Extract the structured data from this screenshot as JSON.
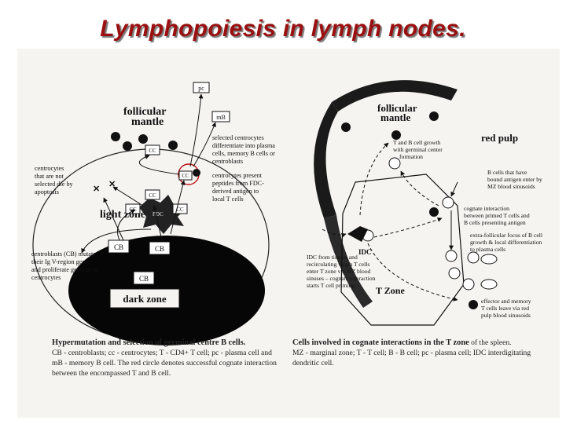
{
  "slide": {
    "title": "Lymphopoiesis in lymph nodes."
  },
  "left_diagram": {
    "follicular_mantle": "follicular mantle",
    "light_zone": "light zone",
    "dark_zone": "dark zone",
    "pc": "pc",
    "mb": "mB",
    "cc": "CC",
    "cb": "CB",
    "fdc": "FDC",
    "anno_plasma": "selected centrocytes differentiate into plasma cells, memory B cells or centroblasts",
    "anno_apoptosis": "centrocytes that are not selected die by apoptosis",
    "anno_present": "centrocytes present peptides from FDC-derived antigen to local T cells",
    "anno_cb": "centroblasts (CB) mutate their Ig V-region genes and proliferate generating centrocytes"
  },
  "right_diagram": {
    "follicular_mantle": "follicular mantle",
    "red_pulp": "red pulp",
    "t_zone": "T Zone",
    "idc": "IDC",
    "anno_growth": "T and B cell growth with germinal center formation",
    "anno_bcells": "B cells that have bound antigen enter by MZ blood sinusoids",
    "anno_cognate": "cognate interaction between primed T cells and B cells presenting antigen",
    "anno_extrafollicular": "extra-follicular focus of B cell growth & local differentiation to plasma cells",
    "anno_idc": "IDC from tissues and recirculating virgin T cells enter T zone via MZ blood sinuses – cognate interaction starts T cell priming",
    "anno_effector": "effector and memory T cells leave via red pulp blood sinusoids"
  },
  "captions": {
    "left_title": "Hypermutation and selection of germinal centre B cells.",
    "left_body": "CB - centroblasts; cc - centrocytes; T - CD4+ T cell; pc - plasma cell and mB - memory B cell. The red circle denotes successful cognate interaction between the encompassed T and B cell.",
    "right_title": "Cells involved in cognate interactions in the T zone",
    "right_title_tail": " of the spleen.",
    "right_body": "MZ - marginal zone; T - T cell; B - B cell; pc - plasma cell; IDC interdigitating dendritic cell."
  }
}
